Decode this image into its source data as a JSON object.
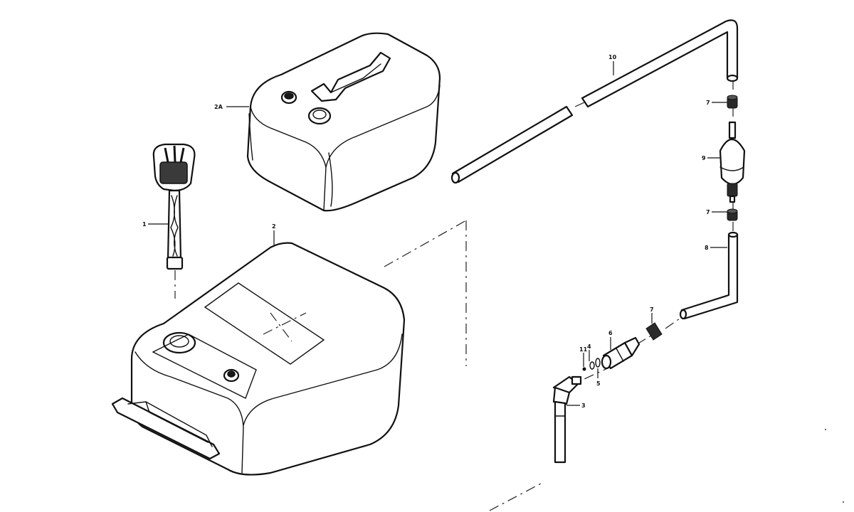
{
  "labels": {
    "part_1": "1",
    "part_2": "2",
    "part_2a": "2A",
    "part_3": "3",
    "part_4": "4",
    "part_5": "5",
    "part_6": "6",
    "part_7_top": "7",
    "part_7_mid": "7",
    "part_7_low": "7",
    "part_8": "8",
    "part_9": "9",
    "part_10": "10",
    "part_11": "11"
  }
}
